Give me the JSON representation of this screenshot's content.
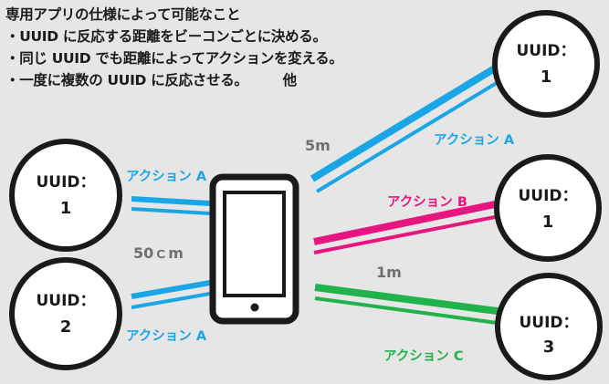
{
  "header": {
    "title": "専用アプリの仕様によって可能なこと",
    "bullets": [
      "・UUID に反応する距離をビーコンごとに決める。",
      "・同じ UUID でも距離によってアクションを変える。",
      "・一度に複数の UUID に反応させる。"
    ],
    "extra": "他"
  },
  "beacons": {
    "left_top": {
      "label": "UUID：",
      "id": "1"
    },
    "left_bottom": {
      "label": "UUID：",
      "id": "2"
    },
    "right_top": {
      "label": "UUID：",
      "id": "1"
    },
    "right_middle": {
      "label": "UUID：",
      "id": "1"
    },
    "right_bottom": {
      "label": "UUID：",
      "id": "3"
    }
  },
  "actions": {
    "left_top": "アクション A",
    "left_bottom": "アクション A",
    "right_top": "アクション A",
    "right_middle": "アクション B",
    "right_bottom": "アクション C"
  },
  "distances": {
    "right_top": "5m",
    "left": "50ｃm",
    "right_bottom": "1m"
  },
  "colors": {
    "blue": "#1aa6e6",
    "magenta": "#e6157f",
    "green": "#22b24c",
    "gray_text": "#707070",
    "black": "#1a1a1a"
  }
}
